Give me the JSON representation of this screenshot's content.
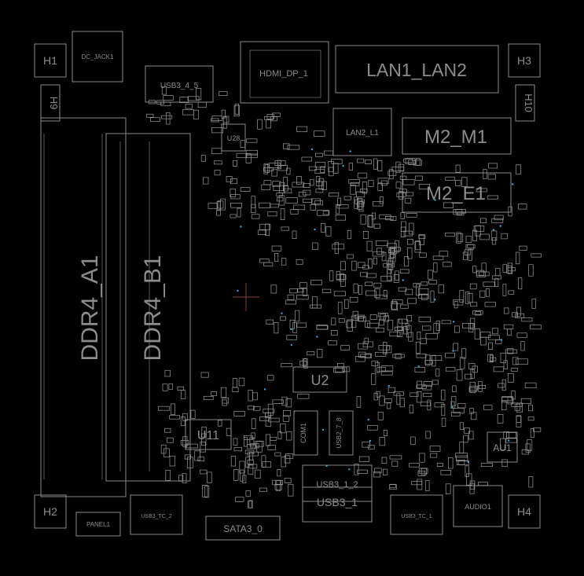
{
  "board": {
    "background": "#000000",
    "outline_color": "#8a8a8a",
    "label_color": "#8c8c8c",
    "marker_color": "#8a3c3c"
  },
  "labels": {
    "h1": "H1",
    "h2": "H2",
    "h3": "H3",
    "h4": "H4",
    "h9": "H9",
    "h10": "H10",
    "dc_jack": "DC_JACK1",
    "usb3_4_5": "USB3_4_5",
    "hdmi_dp": "HDMI_DP_1",
    "lan1_lan2": "LAN1_LAN2",
    "lan2_l1": "LAN2_L1",
    "m2_m1": "M2_M1",
    "m2_e1": "M2_E1",
    "u28": "U28",
    "ddr4_a1": "DDR4_A1",
    "ddr4_b1": "DDR4_B1",
    "u2": "U2",
    "u11": "U11",
    "com1": "COM1",
    "usb2_7_8": "USB2_7_8",
    "au1": "AU1",
    "usb3_1_2": "USB3_1_2",
    "usb3_1": "USB3_1",
    "usb3_tc_2": "USB3_TC_2",
    "usb3_tc_1": "USB3_TC_1",
    "panel1": "PANEL1",
    "sata3_0": "SATA3_0",
    "audio1": "AUDIO1"
  }
}
